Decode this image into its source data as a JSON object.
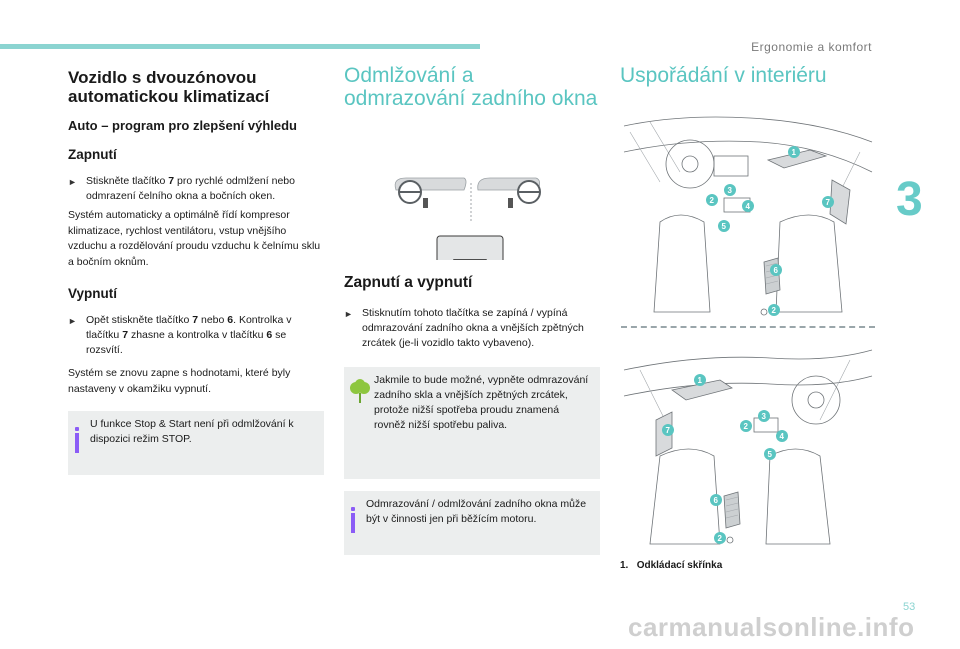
{
  "header": {
    "section": "Ergonomie a komfort",
    "chapter": "3",
    "page": "53"
  },
  "watermark": "carmanualsonline.info",
  "col1": {
    "title": "Vozidlo s dvouzónovou automatickou klimatizací",
    "subtitle": "Auto – program pro zlepšení výhledu",
    "on_heading": "Zapnutí",
    "on_bullet_prefix": "Stiskněte tlačítko ",
    "on_bullet_num": "7",
    "on_bullet_suffix": " pro rychlé odmlžení nebo odmrazení čelního okna a bočních oken.",
    "on_para": "Systém automaticky a optimálně řídí kompresor klimatizace, rychlost ventilátoru, vstup vnějšího vzduchu a rozdělování proudu vzduchu k čelnímu sklu a bočním oknům.",
    "off_heading": "Vypnutí",
    "off_bullet_a": "Opět stiskněte tlačítko ",
    "off_bullet_b": "7",
    "off_bullet_c": " nebo ",
    "off_bullet_d": "6",
    "off_bullet_e": ". Kontrolka v tlačítku ",
    "off_bullet_f": "7",
    "off_bullet_g": " zhasne a kontrolka v tlačítku ",
    "off_bullet_h": "6",
    "off_bullet_i": " se rozsvítí.",
    "off_para": "Systém se znovu zapne s hodnotami, které byly nastaveny v okamžiku vypnutí.",
    "note": "U funkce Stop & Start není při odmlžování k dispozici režim STOP."
  },
  "col2": {
    "title": "Odmlžování a odmrazování zadního okna",
    "switch_heading": "Zapnutí a vypnutí",
    "bullet": "Stisknutím tohoto tlačítka se zapíná / vypíná odmrazování zadního okna a vnějších zpětných zrcátek (je-li vozidlo takto vybaveno).",
    "eco_note": "Jakmile to bude možné, vypněte odmrazování zadního skla a vnějších zpětných zrcátek, protože nižší spotřeba proudu znamená rovněž nižší spotřebu paliva.",
    "info_note": "Odmrazování / odmlžování zadního okna může být v činnosti jen při běžícím motoru."
  },
  "col3": {
    "title": "Uspořádání v interiéru",
    "caption_num": "1.",
    "caption_text": "Odkládací skřínka",
    "callouts_top": [
      "1",
      "3",
      "2",
      "4",
      "5",
      "7",
      "6",
      "2"
    ],
    "callouts_bottom": [
      "1",
      "3",
      "2",
      "4",
      "5",
      "7",
      "6",
      "2"
    ]
  },
  "colors": {
    "accent": "#5ac5c1",
    "note_bg": "#eceeee",
    "info_bar": "#8b5cf6",
    "eco_leaf": "#8dc63f"
  }
}
